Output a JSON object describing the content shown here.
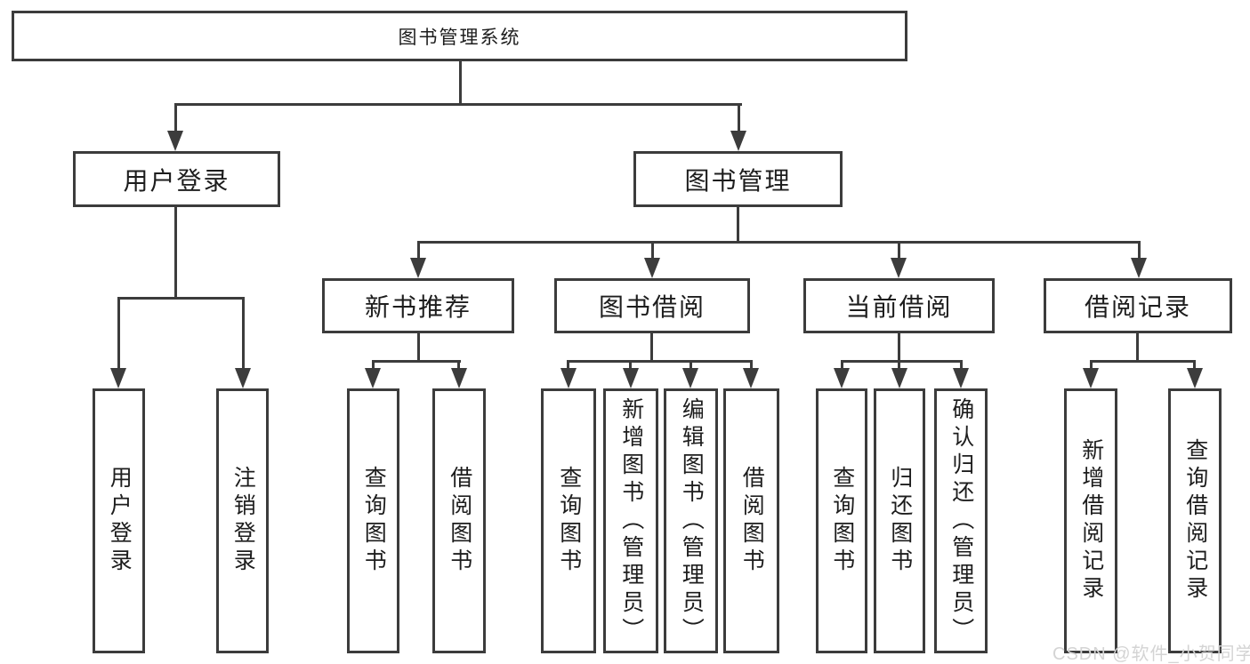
{
  "diagram": {
    "title": "图书管理系统",
    "level2": {
      "user_login": "用户登录",
      "book_management": "图书管理"
    },
    "level3": {
      "new_book_recommend": "新书推荐",
      "book_borrow": "图书借阅",
      "current_borrow": "当前借阅",
      "borrow_records": "借阅记录"
    },
    "leaves": {
      "user_login": [
        "用户登录",
        "注销登录"
      ],
      "new_book_recommend": [
        "查询图书",
        "借阅图书"
      ],
      "book_borrow": [
        "查询图书",
        "新增图书（管理员）",
        "编辑图书（管理员）",
        "借阅图书"
      ],
      "current_borrow": [
        "查询图书",
        "归还图书",
        "确认归还（管理员）"
      ],
      "borrow_records": [
        "新增借阅记录",
        "查询借阅记录"
      ]
    },
    "watermark": "CSDN @软件_小贺同学",
    "colors": {
      "line": "#3c3c3c",
      "text": "#1d1d1d",
      "watermark": "#d4d4d4",
      "background": "#ffffff"
    }
  }
}
